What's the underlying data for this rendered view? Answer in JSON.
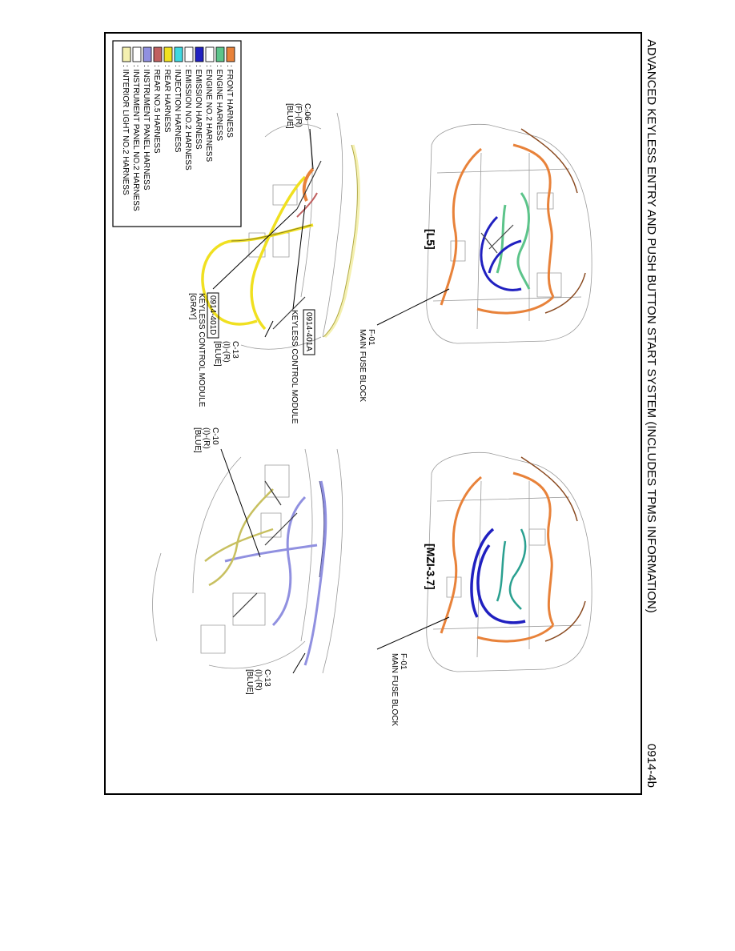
{
  "diagram": {
    "title": "ADVANCED KEYLESS ENTRY AND PUSH BUTTON START SYSTEM (INCLUDES TPMS INFORMATION)",
    "page_code": "0914-4b",
    "legend": [
      {
        "label": ": FRONT HARNESS",
        "color": "#e8823a"
      },
      {
        "label": ": ENGINE HARNESS",
        "color": "#5cc48a"
      },
      {
        "label": ": ENGINE NO.2 HARNESS",
        "color": "#ffffff"
      },
      {
        "label": ": EMISSION HARNESS",
        "color": "#2020c0"
      },
      {
        "label": ": EMISSION NO.2 HARNESS",
        "color": "#ffffff"
      },
      {
        "label": ": INJECTION HARNESS",
        "color": "#40d8e0"
      },
      {
        "label": ": REAR HARNESS",
        "color": "#f0e020"
      },
      {
        "label": ": REAR NO.5 HARNESS",
        "color": "#c06060"
      },
      {
        "label": ": INSTRUMENT PANEL HARNESS",
        "color": "#9090e0"
      },
      {
        "label": ": INSTRUMENT PANEL NO.2 HARNESS",
        "color": "#ffffff"
      },
      {
        "label": ": INTERIOR LIGHT NO.2 HARNESS",
        "color": "#f4f0b0"
      }
    ],
    "variants": [
      {
        "name": "[L5]",
        "fuse_block": {
          "code": "F-01",
          "name": "MAIN FUSE BLOCK"
        },
        "connectors": [
          {
            "code": "C-06",
            "pins": "(F)-(R)",
            "color": "[BLUE]"
          },
          {
            "code": "C-13",
            "pins": "(I)-(R)",
            "color": "[BLUE]"
          }
        ],
        "modules": [
          {
            "ref": "0914-401A",
            "name": "KEYLESS CONTROL MODULE"
          },
          {
            "ref": "0914-401D",
            "name": "KEYLESS CONTROL MODULE",
            "color": "[GRAY]"
          }
        ]
      },
      {
        "name": "[MZI-3.7]",
        "fuse_block": {
          "code": "F-01",
          "name": "MAIN FUSE BLOCK"
        },
        "connectors": [
          {
            "code": "C-10",
            "pins": "(I)-(R)",
            "color": "[BLUE]"
          },
          {
            "code": "C-13",
            "pins": "(I)-(R)",
            "color": "[BLUE]"
          }
        ]
      }
    ]
  }
}
